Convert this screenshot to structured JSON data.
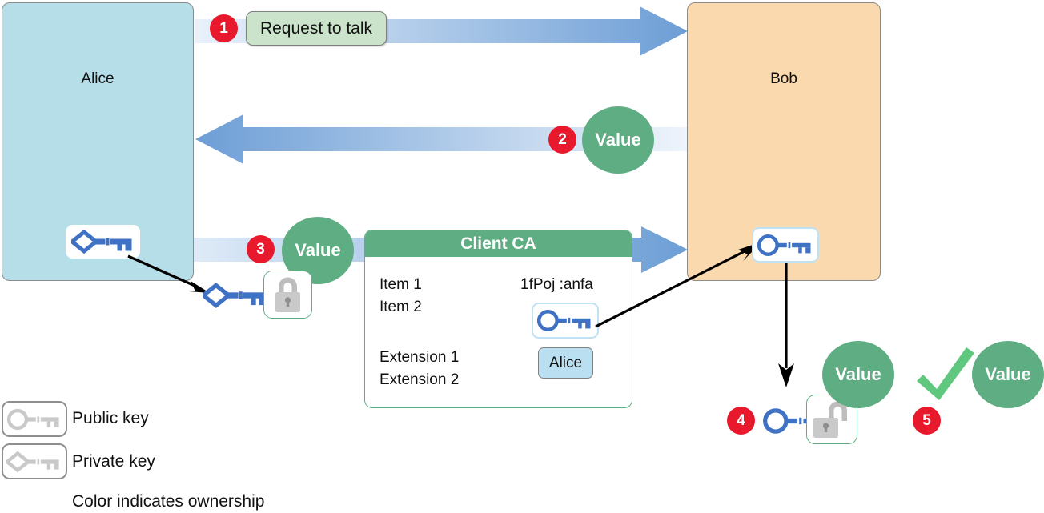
{
  "parties": {
    "alice": {
      "label": "Alice",
      "fill": "#b5dee9",
      "border": "#8c8c8c"
    },
    "bob": {
      "label": "Bob",
      "fill": "#fbd9ae",
      "border": "#8c8c8c"
    }
  },
  "steps": [
    {
      "number": "1",
      "label": "Request to talk"
    },
    {
      "number": "2",
      "label": ""
    },
    {
      "number": "3",
      "label": ""
    },
    {
      "number": "4",
      "label": ""
    },
    {
      "number": "5",
      "label": ""
    }
  ],
  "messages": {
    "request_label": "Request to talk",
    "request_fill": "#cbe3cb"
  },
  "value_circles": [
    {
      "text": "Value"
    },
    {
      "text": "Value"
    },
    {
      "text": "Value"
    },
    {
      "text": "Value"
    }
  ],
  "certificate": {
    "title": "Client CA",
    "items": [
      "Item 1",
      "Item 2"
    ],
    "extensions": [
      "Extension 1",
      "Extension 2"
    ],
    "signature_text": "1fPoj :anfa",
    "owner_label": "Alice",
    "header_color": "#5fae83"
  },
  "legend": {
    "public_key_label": "Public key",
    "private_key_label": "Private key",
    "note": "Color indicates ownership"
  },
  "colors": {
    "badge_red": "#e8192c",
    "green": "#5fae83",
    "check_green": "#5fc87e",
    "key_blue": "#3f72c4",
    "key_gray": "#c9c9c9",
    "arrow_blue": "#6d9ed6",
    "lock_gray": "#bdbdbd"
  },
  "icons": {
    "public_key": "public-key-icon",
    "private_key": "private-key-icon",
    "lock_closed": "lock-closed-icon",
    "lock_open": "lock-open-icon",
    "check": "check-icon"
  }
}
